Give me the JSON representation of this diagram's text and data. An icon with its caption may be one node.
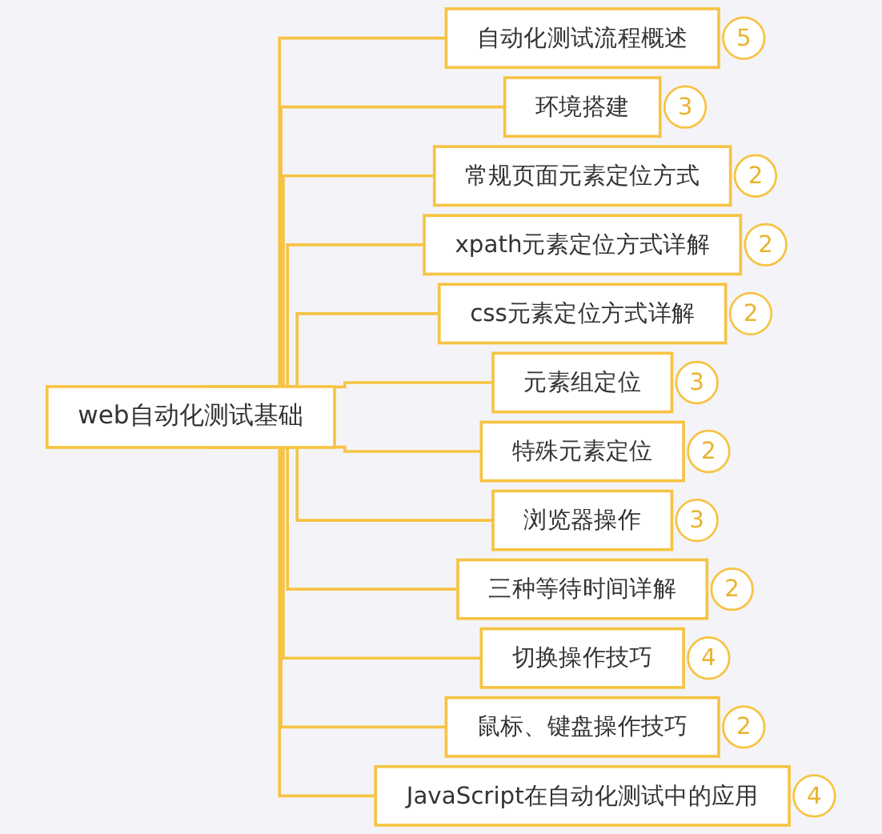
{
  "diagram": {
    "nodes": [
      {
        "text": [
          "web自动化测试基础"
        ]
      },
      {
        "text": [
          "自动化测试流程概述"
        ],
        "beside": [
          "5"
        ]
      },
      {
        "text": [
          "环境搭建"
        ],
        "beside": [
          "3"
        ]
      },
      {
        "text": [
          "常规页面元素定位方式"
        ],
        "beside": [
          "2"
        ]
      },
      {
        "text": [
          "xpath元素定位方式详解"
        ],
        "beside": [
          "2"
        ]
      },
      {
        "text": [
          "css元素定位方式详解"
        ],
        "beside": [
          "2"
        ]
      },
      {
        "text": [
          "元素组定位"
        ],
        "beside": [
          "3"
        ]
      },
      {
        "text": [
          "特殊元素定位"
        ],
        "beside": [
          "2"
        ]
      },
      {
        "text": [
          "浏览器操作"
        ],
        "beside": [
          "3"
        ]
      },
      {
        "text": [
          "三种等待时间详解"
        ],
        "beside": [
          "2"
        ]
      },
      {
        "text": [
          "切换操作技巧"
        ],
        "beside": [
          "4"
        ]
      },
      {
        "text": [
          "鼠标、键盘操作技巧"
        ],
        "beside": [
          "2"
        ]
      },
      {
        "text": [
          "JavaScript在自动化测试中的应用"
        ],
        "beside": [
          "4"
        ]
      }
    ],
    "edges": [
      {
        "from": 0,
        "to": 1,
        "arrow": "none"
      },
      {
        "from": 0,
        "to": 2,
        "arrow": "none"
      },
      {
        "from": 0,
        "to": 3,
        "arrow": "none"
      },
      {
        "from": 0,
        "to": 4,
        "arrow": "none"
      },
      {
        "from": 0,
        "to": 5,
        "arrow": "none"
      },
      {
        "from": 0,
        "to": 6,
        "arrow": "none"
      },
      {
        "from": 0,
        "to": 7,
        "arrow": "none"
      },
      {
        "from": 0,
        "to": 8,
        "arrow": "none"
      },
      {
        "from": 0,
        "to": 9,
        "arrow": "none"
      },
      {
        "from": 0,
        "to": 10,
        "arrow": "none"
      },
      {
        "from": 0,
        "to": 11,
        "arrow": "none"
      },
      {
        "from": 0,
        "to": 12,
        "arrow": "none"
      }
    ]
  }
}
